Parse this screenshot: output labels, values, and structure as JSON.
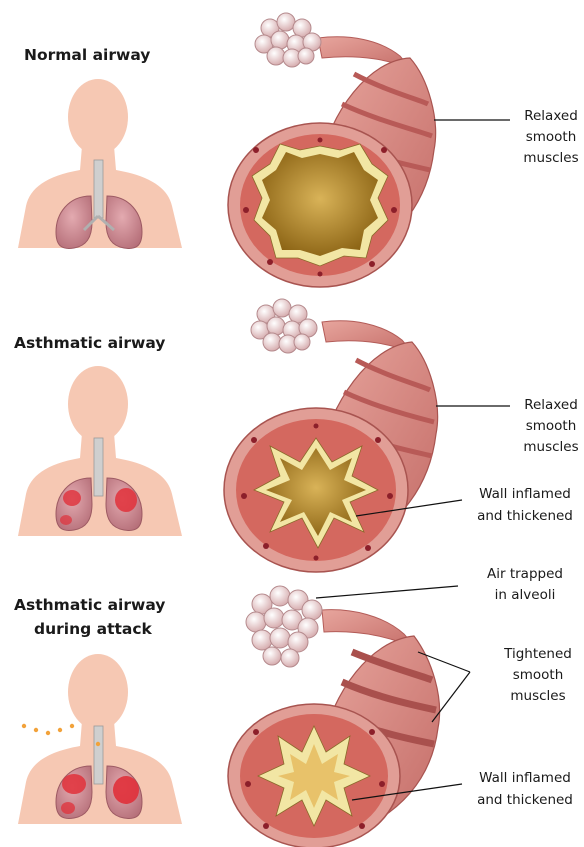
{
  "colors": {
    "skin": "#f6c8b3",
    "lung": "#cf8e96",
    "lung_inflamed": "#e0303a",
    "trachea": "#cfcfcf",
    "tube": "#d98a86",
    "tube_rib": "#c0625f",
    "tube_rim": "#e8a49c",
    "wall_inner": "#c7493f",
    "mucosa": "#f2e6a4",
    "lumen": "#a87a1c",
    "alveoli": "#f0d4d4",
    "breath_dots": "#f2a23a"
  },
  "panels": [
    {
      "id": "normal",
      "title_lines": [
        "Normal airway"
      ],
      "lungs": "normal",
      "lumen": "open",
      "callouts": [
        {
          "lines": [
            "Relaxed",
            "smooth",
            "muscles"
          ]
        }
      ]
    },
    {
      "id": "asthmatic",
      "title_lines": [
        "Asthmatic airway"
      ],
      "lungs": "inflamed",
      "lumen": "narrowed",
      "callouts": [
        {
          "lines": [
            "Relaxed",
            "smooth",
            "muscles"
          ]
        },
        {
          "lines": [
            "Wall inflamed",
            "and thickened"
          ]
        }
      ]
    },
    {
      "id": "attack",
      "title_lines": [
        "Asthmatic airway",
        "during attack"
      ],
      "lungs": "inflamed-strong",
      "lumen": "constricted",
      "callouts": [
        {
          "lines": [
            "Air trapped",
            "in alveoli"
          ]
        },
        {
          "lines": [
            "Tightened",
            "smooth",
            "muscles"
          ]
        },
        {
          "lines": [
            "Wall inflamed",
            "and thickened"
          ]
        }
      ]
    }
  ]
}
